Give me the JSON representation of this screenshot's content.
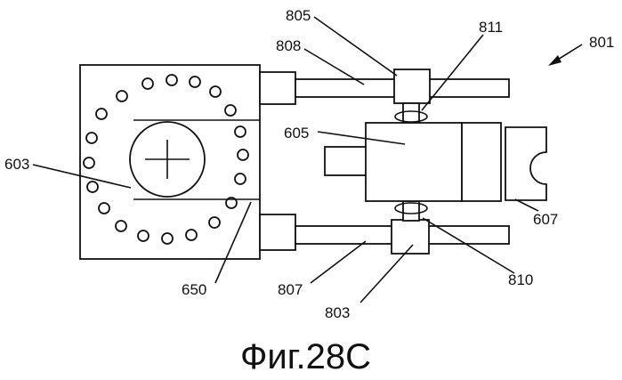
{
  "figure": {
    "caption": "Фиг.28C",
    "labels": {
      "l801": "801",
      "l805": "805",
      "l808": "808",
      "l811": "811",
      "l605": "605",
      "l603": "603",
      "l607": "607",
      "l650": "650",
      "l807": "807",
      "l810": "810",
      "l803": "803"
    }
  }
}
